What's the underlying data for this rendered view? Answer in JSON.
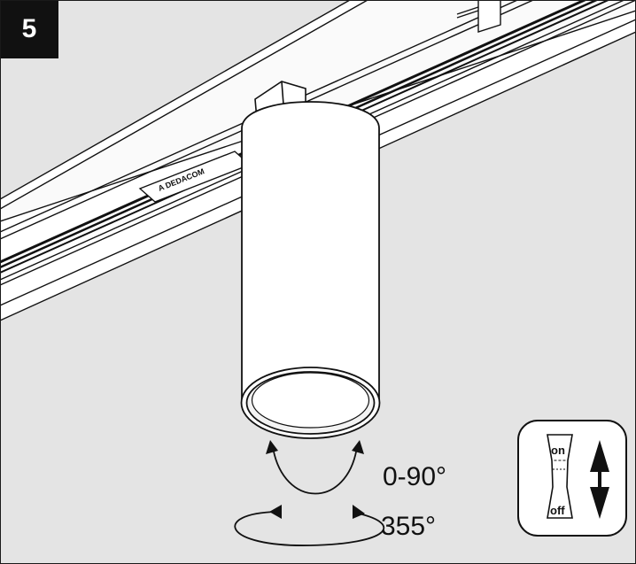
{
  "step_number": "5",
  "rail_label": "A DEDACOM",
  "tilt_label": "0-90°",
  "rotation_label": "355°",
  "switch": {
    "on_label": "on",
    "off_label": "off"
  },
  "colors": {
    "background": "#e4e4e4",
    "line": "#111111",
    "badge": "#111111"
  }
}
